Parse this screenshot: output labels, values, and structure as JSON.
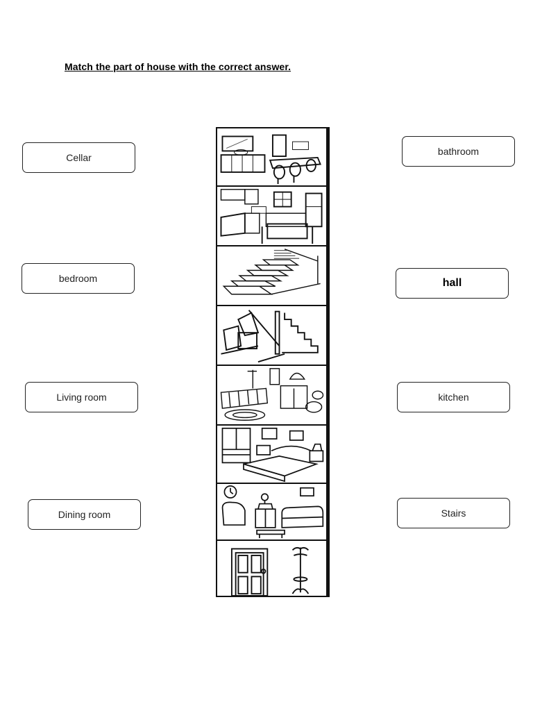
{
  "worksheet": {
    "title": "Match the part of house with the correct answer."
  },
  "left_labels": [
    {
      "text": "Cellar"
    },
    {
      "text": "bedroom"
    },
    {
      "text": "Living room"
    },
    {
      "text": "Dining room"
    }
  ],
  "right_labels": [
    {
      "text": "bathroom"
    },
    {
      "text": "hall"
    },
    {
      "text": "kitchen"
    },
    {
      "text": "Stairs"
    }
  ],
  "pictures": [
    {
      "scene": "dining-room-illustration"
    },
    {
      "scene": "kitchen-illustration"
    },
    {
      "scene": "stairs-illustration"
    },
    {
      "scene": "cellar-illustration"
    },
    {
      "scene": "bathroom-illustration"
    },
    {
      "scene": "bedroom-illustration"
    },
    {
      "scene": "living-room-illustration"
    },
    {
      "scene": "hall-illustration"
    }
  ]
}
